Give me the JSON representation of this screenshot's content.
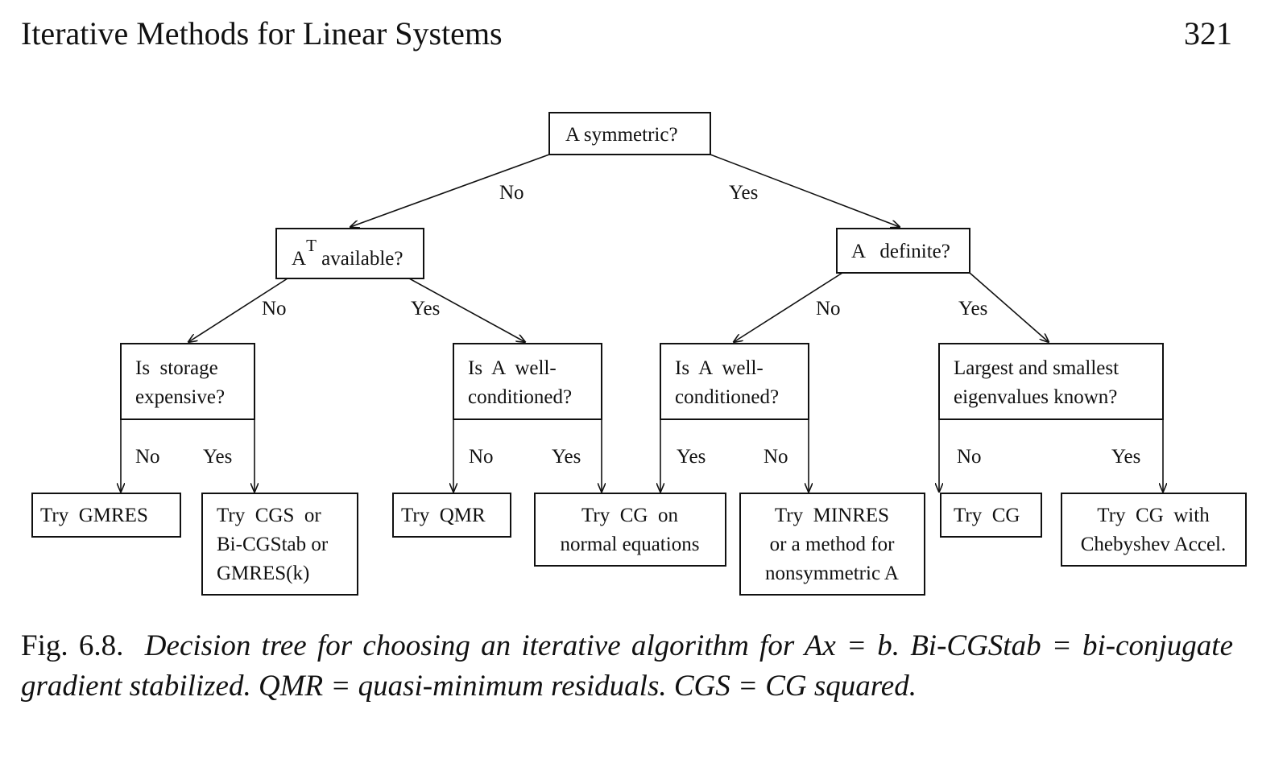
{
  "header": {
    "running_title": "Iterative Methods for Linear Systems",
    "page_number": "321"
  },
  "tree": {
    "root": {
      "lines": [
        "A  symmetric?"
      ]
    },
    "a_transpose": {
      "base": "A",
      "sup": "T",
      "rest": " available?"
    },
    "a_definite": {
      "lines": [
        "A   definite?"
      ]
    },
    "storage": {
      "lines": [
        "Is  storage",
        "expensive?"
      ]
    },
    "wellcond_left": {
      "lines": [
        "Is  A  well-",
        "conditioned?"
      ]
    },
    "wellcond_right": {
      "lines": [
        "Is  A  well-",
        "conditioned?"
      ]
    },
    "eigen": {
      "lines": [
        "Largest and smallest",
        "eigenvalues known?"
      ]
    },
    "leaves": {
      "gmres": {
        "lines": [
          "Try  GMRES"
        ]
      },
      "cgs": {
        "lines": [
          "Try  CGS  or",
          "Bi-CGStab or",
          "GMRES(k)"
        ]
      },
      "qmr": {
        "lines": [
          "Try  QMR"
        ]
      },
      "cgne": {
        "lines": [
          "Try  CG  on",
          "normal equations"
        ]
      },
      "minres": {
        "lines": [
          "Try  MINRES",
          "or a method for",
          "nonsymmetric A"
        ]
      },
      "cg": {
        "lines": [
          "Try  CG"
        ]
      },
      "cheb": {
        "lines": [
          "Try  CG  with",
          "Chebyshev Accel."
        ]
      }
    },
    "edge_labels": {
      "root_no": "No",
      "root_yes": "Yes",
      "at_no": "No",
      "at_yes": "Yes",
      "def_no": "No",
      "def_yes": "Yes",
      "storage_no": "No",
      "storage_yes": "Yes",
      "wcl_no": "No",
      "wcl_yes": "Yes",
      "wcr_yes": "Yes",
      "wcr_no": "No",
      "eig_no": "No",
      "eig_yes": "Yes"
    }
  },
  "caption": {
    "fig_label": "Fig. 6.8.",
    "text": "Decision tree for choosing an iterative algorithm for Ax = b. Bi-CGStab = bi-conjugate gradient stabilized. QMR = quasi-minimum residuals. CGS = CG squared."
  }
}
